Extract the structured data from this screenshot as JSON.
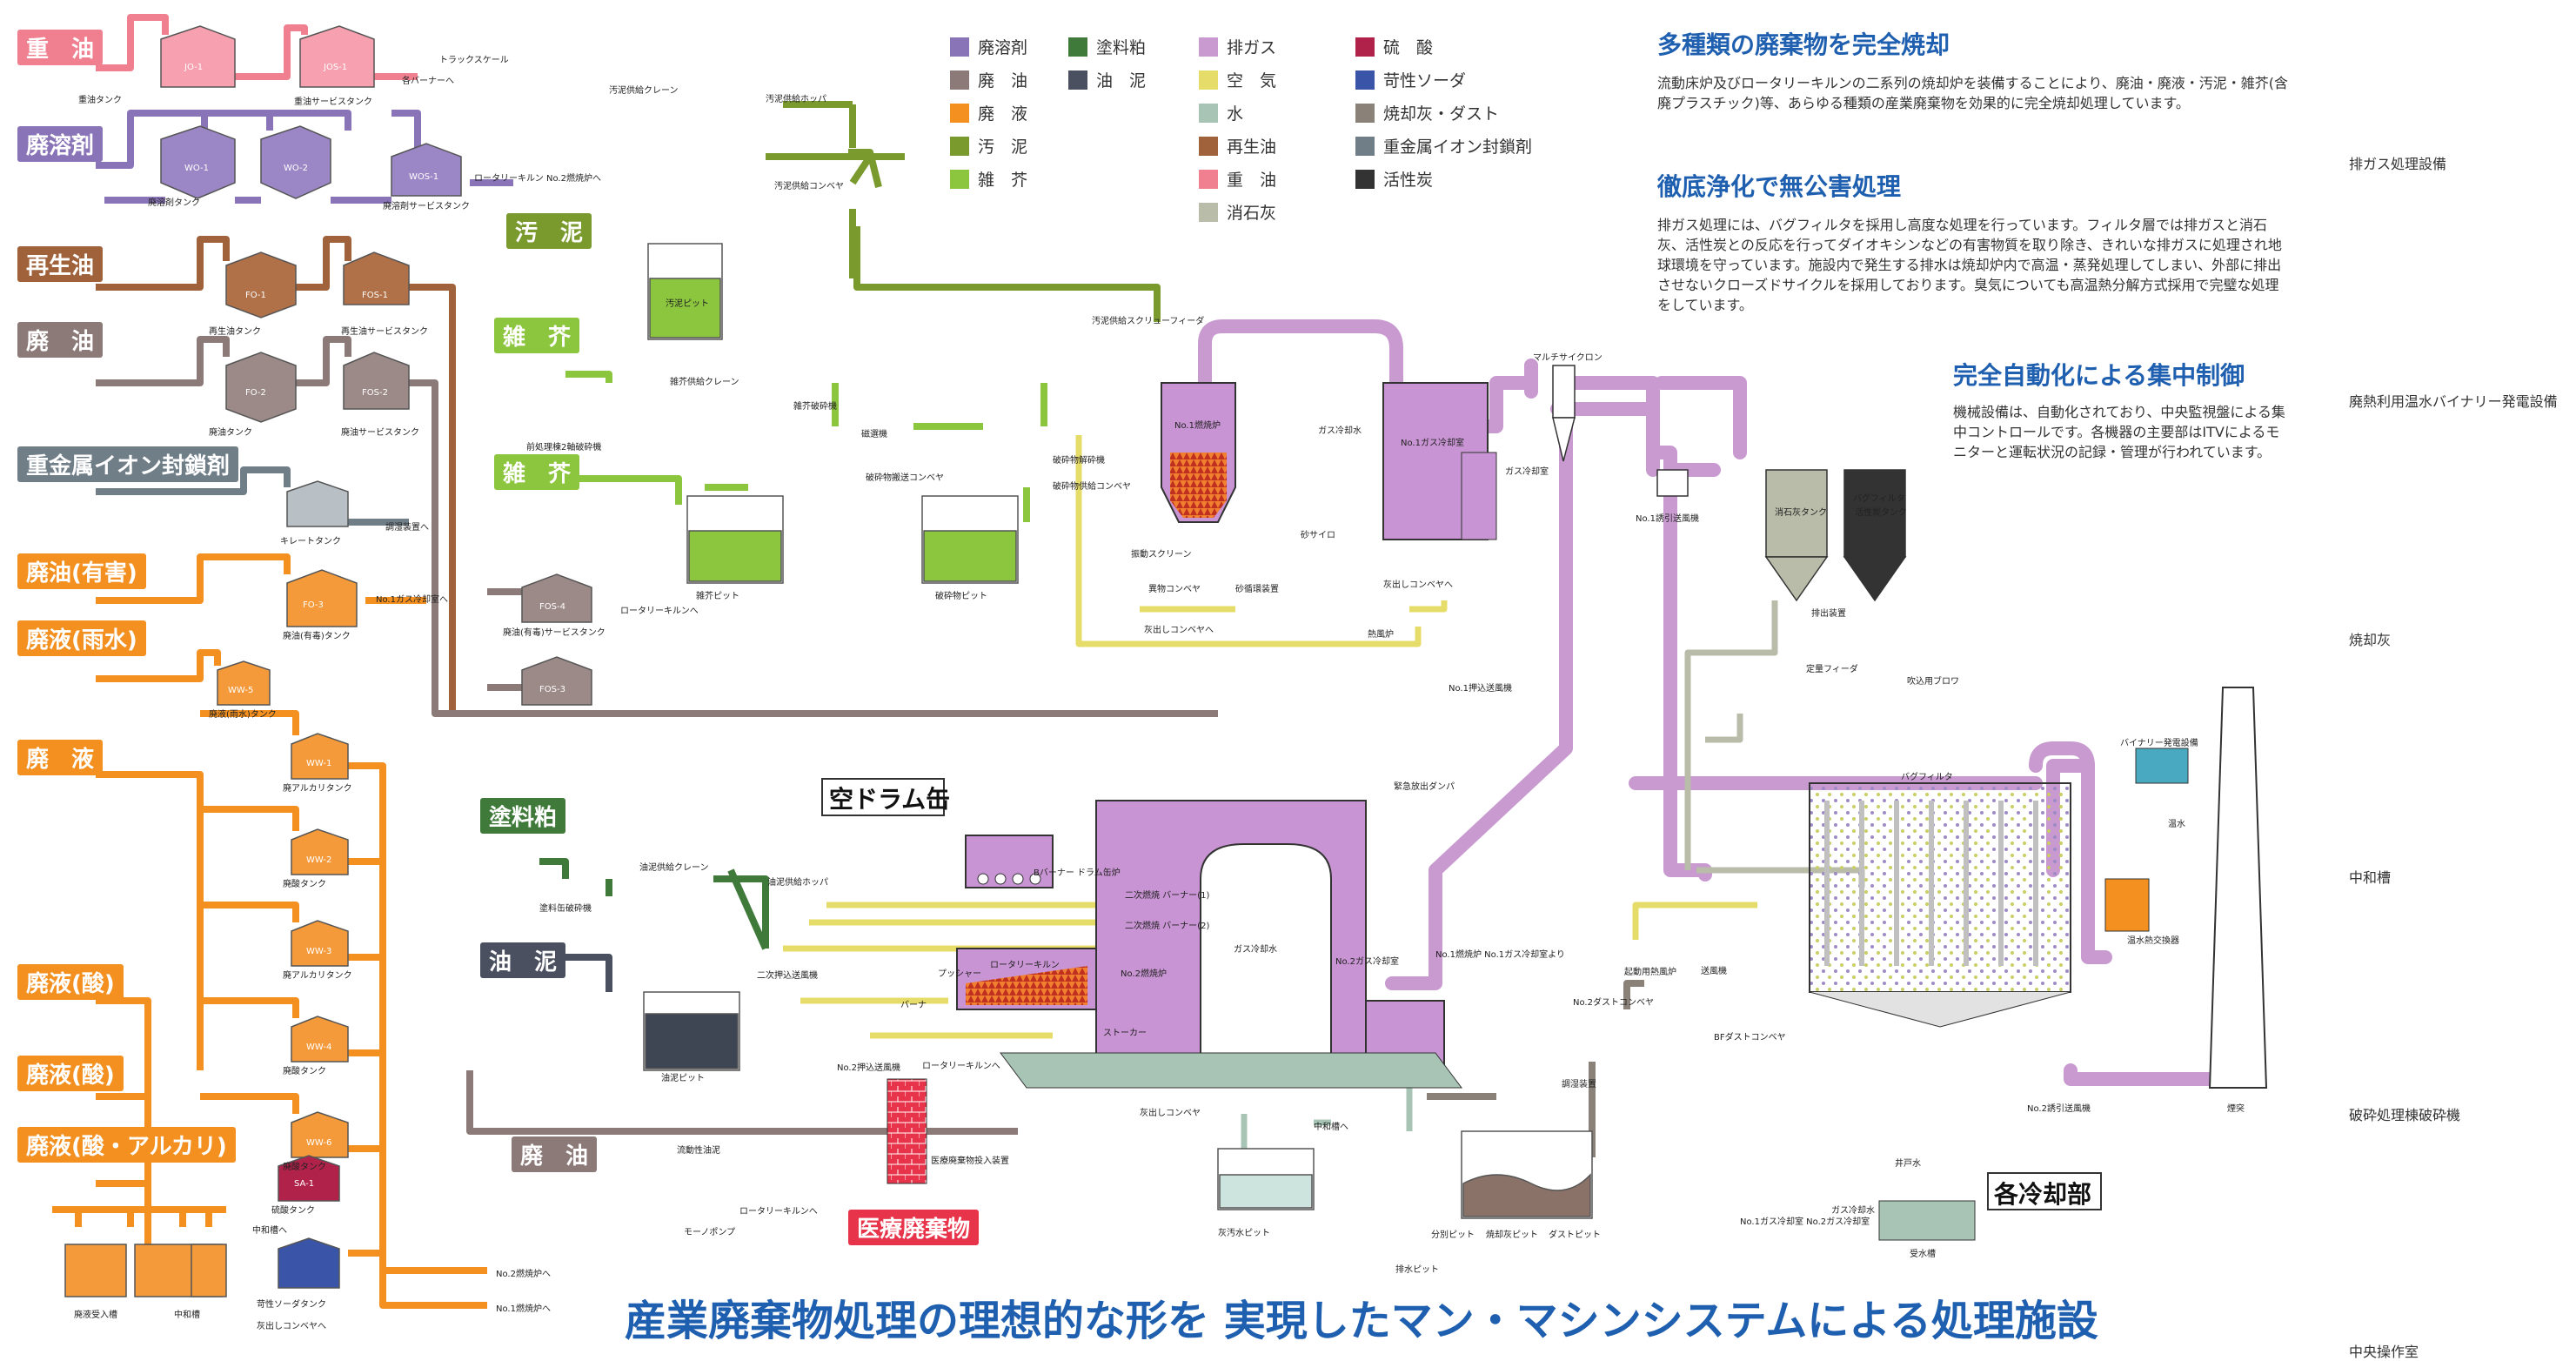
{
  "legend": [
    {
      "label": "廃溶剤",
      "color": "#8a74b8"
    },
    {
      "label": "廃　油",
      "color": "#8c7a78"
    },
    {
      "label": "廃　液",
      "color": "#f39020"
    },
    {
      "label": "汚　泥",
      "color": "#7a9a2e"
    },
    {
      "label": "雑　芥",
      "color": "#8cc63e"
    },
    {
      "label": "塗料粕",
      "color": "#3f7a3a"
    },
    {
      "label": "油　泥",
      "color": "#4a5060"
    },
    {
      "label": "排ガス",
      "color": "#c89ad0"
    },
    {
      "label": "空　気",
      "color": "#e6dc6a"
    },
    {
      "label": "水",
      "color": "#a7c4b5"
    },
    {
      "label": "再生油",
      "color": "#a0623a"
    },
    {
      "label": "重　油",
      "color": "#f08090"
    },
    {
      "label": "消石灰",
      "color": "#b8bca8"
    },
    {
      "label": "硫　酸",
      "color": "#b0224a"
    },
    {
      "label": "苛性ソーダ",
      "color": "#3a55a8"
    },
    {
      "label": "焼却灰・ダスト",
      "color": "#8a8278"
    },
    {
      "label": "重金属イオン封鎖剤",
      "color": "#707e88"
    },
    {
      "label": "活性炭",
      "color": "#333333"
    }
  ],
  "sections": [
    {
      "heading": "多種類の廃棄物を完全焼却",
      "body": "流動床炉及びロータリーキルンの二系列の焼却炉を装備することにより、廃油・廃液・汚泥・雑芥(含廃プラスチック)等、あらゆる種類の産業廃棄物を効果的に完全焼却処理しています。"
    },
    {
      "heading": "徹底浄化で無公害処理",
      "body": "排ガス処理には、バグフィルタを採用し高度な処理を行っています。フィルタ層では排ガスと消石灰、活性炭との反応を行ってダイオキシンなどの有害物質を取り除き、きれいな排ガスに処理され地球環境を守っています。施設内で発生する排水は焼却炉内で高温・蒸発処理してしまい、外部に排出させないクローズドサイクルを採用しております。臭気についても高温熱分解方式採用で完璧な処理をしています。"
    },
    {
      "heading": "完全自動化による集中制御",
      "body": "機械設備は、自動化されており、中央監視盤による集中コントロールです。各機器の主要部はITVによるモニターと運転状況の記録・管理が行われています。"
    }
  ],
  "side_labels": [
    "排ガス処理設備",
    "廃熱利用温水バイナリー発電設備",
    "焼却灰",
    "中和槽",
    "破砕処理棟破砕機",
    "中央操作室"
  ],
  "banner": "産業廃棄物処理の理想的な形を 実現したマン・マシンシステムによる処理施設",
  "tags": {
    "heavy_oil": "重　油",
    "solvent": "廃溶剤",
    "recycled_oil": "再生油",
    "waste_oil": "廃　油",
    "heavy_metal": "重金属イオン封鎖剤",
    "oil_harmful": "廃油(有害)",
    "liquid_rain": "廃液(雨水)",
    "liquid": "廃　液",
    "liquid_acid1": "廃液(酸)",
    "liquid_acid2": "廃液(酸)",
    "liquid_acid_alkali": "廃液(酸・アルカリ)",
    "sludge": "汚　泥",
    "misc1": "雑　芥",
    "misc2": "雑　芥",
    "paint": "塗料粕",
    "oil_sludge": "油　泥",
    "waste_oil2": "廃　油",
    "medical": "医療廃棄物"
  },
  "box_labels": {
    "drum": "空ドラム缶",
    "cooling": "各冷却部"
  },
  "tanks": [
    {
      "id": "JO-1",
      "name": "重油タンク"
    },
    {
      "id": "JOS-1",
      "name": "重油サービスタンク"
    },
    {
      "id": "WO-1",
      "name": "廃溶剤タンク"
    },
    {
      "id": "WO-2",
      "name": "廃溶剤タンク"
    },
    {
      "id": "WOS-1",
      "name": "廃溶剤サービスタンク"
    },
    {
      "id": "FO-1",
      "name": "再生油タンク"
    },
    {
      "id": "FOS-1",
      "name": "再生油サービスタンク"
    },
    {
      "id": "FO-2",
      "name": "廃油タンク"
    },
    {
      "id": "FOS-2",
      "name": "廃油サービスタンク"
    },
    {
      "id": "FO-3",
      "name": "廃油(有毒)タンク"
    },
    {
      "id": "WW-5",
      "name": "廃液(雨水)タンク"
    },
    {
      "id": "WW-1",
      "name": "廃アルカリタンク"
    },
    {
      "id": "WW-2",
      "name": "廃酸タンク"
    },
    {
      "id": "WW-3",
      "name": "廃アルカリタンク"
    },
    {
      "id": "WW-4",
      "name": "廃酸タンク"
    },
    {
      "id": "WW-6",
      "name": "廃酸タンク"
    },
    {
      "id": "SA-1",
      "name": "硫酸タンク"
    },
    {
      "id": "FOS-4",
      "name": "廃油(有毒)サービスタンク"
    },
    {
      "id": "FOS-3",
      "name": "廃油(有毒)サービスタンク"
    }
  ],
  "labels": {
    "truck_scale": "トラックスケール",
    "to_burner": "各バーナーへ",
    "to_rotary2": "ロータリーキルン No.2燃焼炉へ",
    "chelate_tank": "キレートタンク",
    "to_adjust": "調湿装置へ",
    "to_gas_cool1": "No.1ガス冷却室へ",
    "to_rotary": "ロータリーキルンへ",
    "to_neutral": "中和槽へ",
    "to_ash_conv": "灰出しコンベヤへ",
    "to_no2_furnace": "No.2燃焼炉へ",
    "to_no1_furnace": "No.1燃焼炉へ",
    "naoh_tank": "苛性ソーダタンク",
    "receive_tank": "廃液受入槽",
    "neutral_tank": "中和槽",
    "sludge_crane": "汚泥供給クレーン",
    "sludge_hopper": "汚泥供給ホッパ",
    "sludge_conv": "汚泥供給コンベヤ",
    "sludge_pit": "汚泥ピット",
    "sludge_screw": "汚泥供給スクリューフィーダ",
    "pre_crusher": "前処理棟2軸破砕機",
    "misc_crane": "雑芥供給クレーン",
    "misc_crusher": "雑芥破砕機",
    "magnet": "磁選機",
    "crush_conv": "破砕物搬送コンベヤ",
    "misc_pit": "雑芥ピット",
    "crush_pit": "破砕物ピット",
    "crush_feed": "破砕物供給コンベヤ",
    "crusher": "破砕物解砕機",
    "no1_furnace": "No.1燃焼炉",
    "vib_screen": "振動スクリーン",
    "foreign_conv": "異物コンベヤ",
    "sand_circ": "砂循環装置",
    "sand_silo": "砂サイロ",
    "ash_conv": "灰出しコンベヤへ",
    "heat_exch": "熱風炉",
    "no1_push_fan": "No.1押込送風機",
    "gas_cool_water": "ガス冷却水",
    "no1_gas_cool": "No.1ガス冷却室",
    "gas_cool_room": "ガス冷却室",
    "multi_cyclone": "マルチサイクロン",
    "no1_induce_fan": "No.1誘引送風機",
    "ash_conv2": "灰出しコンベヤへ",
    "bag_filter_label": "バグフィルタ",
    "lime_tank": "消石灰タンク",
    "carbon_tank": "活性炭タンク",
    "discharge": "排出装置",
    "fixed_feeder": "定量フィーダ",
    "blower": "吹込用ブロワ",
    "bag_filter": "バグフィルタ",
    "binary": "バイナリー発電設備",
    "warm_water": "温水",
    "hot_water_exch": "温水熱交換器",
    "startup_heater": "起動用熱風炉",
    "fan": "送風機",
    "no2_dust_conv": "No.2ダストコンベヤ",
    "bf_dust_conv": "BFダストコンベヤ",
    "no2_induce_fan": "No.2誘引送風機",
    "chimney": "煙突",
    "emergency_damper": "緊急放出ダンパ",
    "burner_drum": "Bバーナー ドラム缶炉",
    "secondary_burner1": "二次燃焼 バーナー(1)",
    "secondary_burner2": "二次燃焼 バーナー(2)",
    "no2_furnace": "No.2燃焼炉",
    "rotary_kiln": "ロータリーキルン",
    "burner": "バーナ",
    "pusher": "プッシャー",
    "stoker": "ストーカー",
    "secondary_push_fan": "二次押込送風機",
    "gas_cool_water2": "ガス冷却水",
    "no2_gas_cool": "No.2ガス冷却室",
    "no1_furnace_gas": "No.1燃焼炉 No.1ガス冷却室より",
    "humidity": "調湿装置",
    "oil_crane": "油泥供給クレーン",
    "oil_hopper": "油泥供給ホッパ",
    "paint_crusher": "塗料缶破砕機",
    "oil_pit": "油泥ピット",
    "no2_push_fan": "No.2押込送風機",
    "to_rotary_kiln": "ロータリーキルンへ",
    "medical_feed": "医療廃棄物投入装置",
    "ash_conv3": "灰出しコンベヤ",
    "to_neutral2": "中和槽へ",
    "flow_oil": "流動性油泥",
    "mono_pump": "モーノポンプ",
    "to_rotary_kiln2": "ロータリーキルンへ",
    "wash_pit": "灰汚水ピット",
    "drain_pit": "排水ピット",
    "sep_pit": "分別ピット",
    "ash_pit": "焼却灰ピット",
    "dust_pit": "ダストピット",
    "well_water": "井戸水",
    "gas_cool_water3": "ガス冷却水",
    "to_gas_cool": "No.1ガス冷却室 No.2ガス冷却室",
    "recv_tank": "受水槽",
    "fos4": "FOS-4",
    "fos3": "FOS-3",
    "heavy_oil_tank": "重油タンク"
  }
}
